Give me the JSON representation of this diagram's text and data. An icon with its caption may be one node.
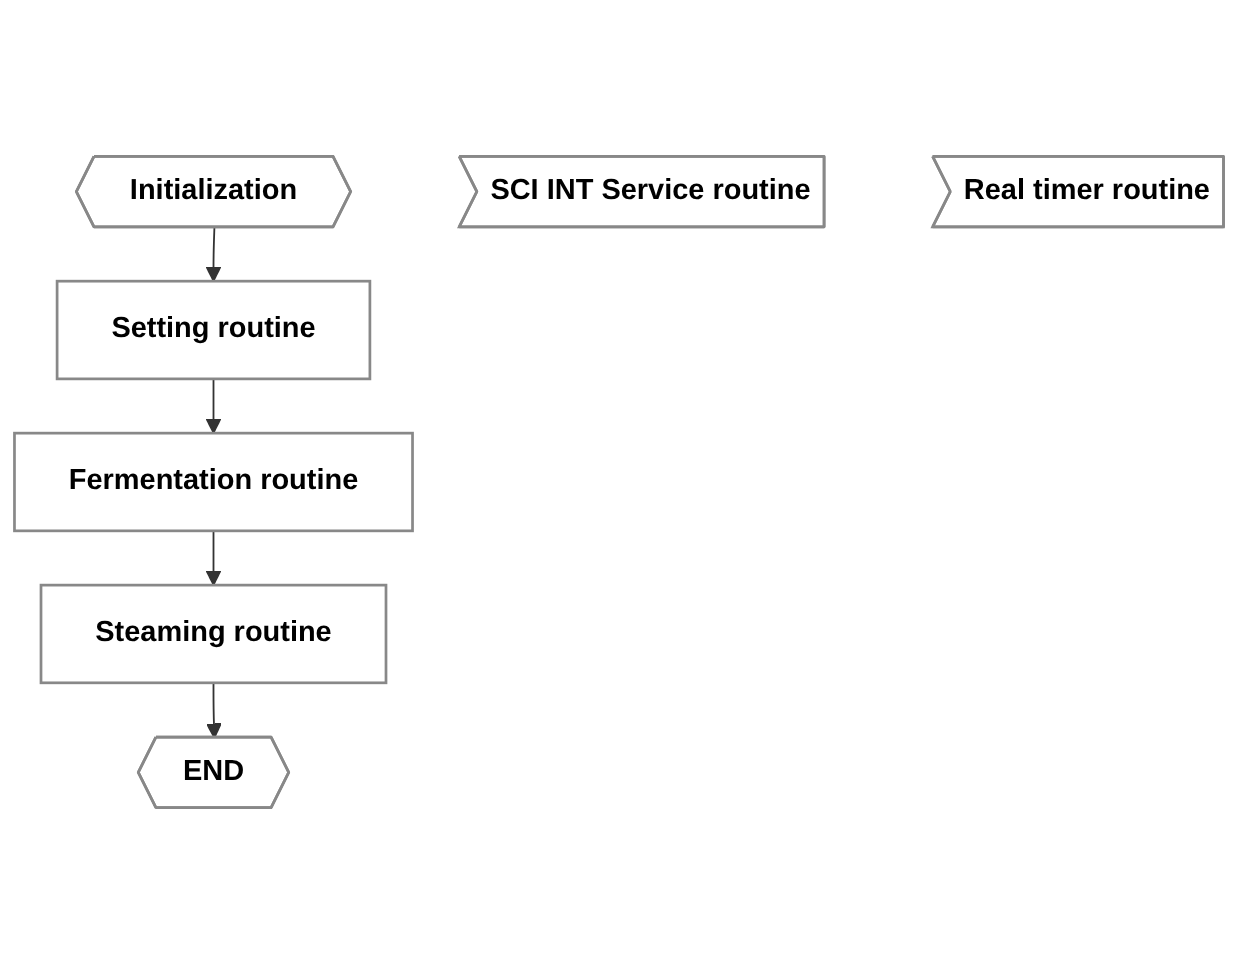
{
  "diagram": {
    "nodes": [
      {
        "text": [
          "Initialization"
        ]
      },
      {
        "text": [
          "Setting routine"
        ]
      },
      {
        "text": [
          "Fermentation routine"
        ]
      },
      {
        "text": [
          "Steaming routine"
        ]
      },
      {
        "text": [
          "END"
        ]
      },
      {
        "text": [
          "SCI INT Service routine"
        ]
      },
      {
        "text": [
          "Real timer routine"
        ]
      }
    ],
    "edges": [
      {
        "from": 0,
        "to": 1,
        "arrow": "to"
      },
      {
        "from": 1,
        "to": 2,
        "arrow": "to"
      },
      {
        "from": 2,
        "to": 3,
        "arrow": "to"
      },
      {
        "from": 3,
        "to": 4,
        "arrow": "to"
      }
    ]
  }
}
